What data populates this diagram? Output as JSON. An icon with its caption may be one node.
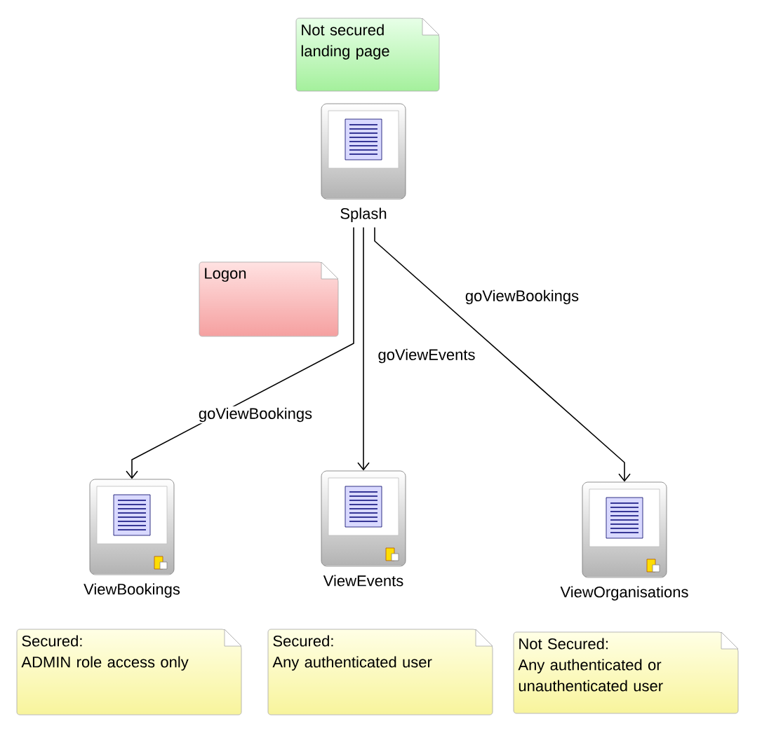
{
  "diagram": {
    "nodes": [
      {
        "text": [
          "Not secured landing page"
        ]
      },
      {
        "text": [
          "Splash"
        ]
      },
      {
        "text": [
          "Logon"
        ]
      },
      {
        "text": [
          "ViewBookings"
        ]
      },
      {
        "text": [
          "ViewEvents"
        ]
      },
      {
        "text": [
          "ViewOrganisations"
        ]
      },
      {
        "text": [
          "Secured:",
          "ADMIN role access only"
        ]
      },
      {
        "text": [
          "Secured:",
          "Any authenticated user"
        ]
      },
      {
        "text": [
          "Not Secured:",
          "Any authenticated or unauthenticated user"
        ]
      }
    ],
    "edges": [
      {
        "from": 1,
        "to": 3,
        "arrow": "to",
        "label": "goViewBookings"
      },
      {
        "from": 1,
        "to": 4,
        "arrow": "to",
        "label": "goViewEvents"
      },
      {
        "from": 1,
        "to": 5,
        "arrow": "to",
        "label": "goViewBookings"
      }
    ]
  }
}
